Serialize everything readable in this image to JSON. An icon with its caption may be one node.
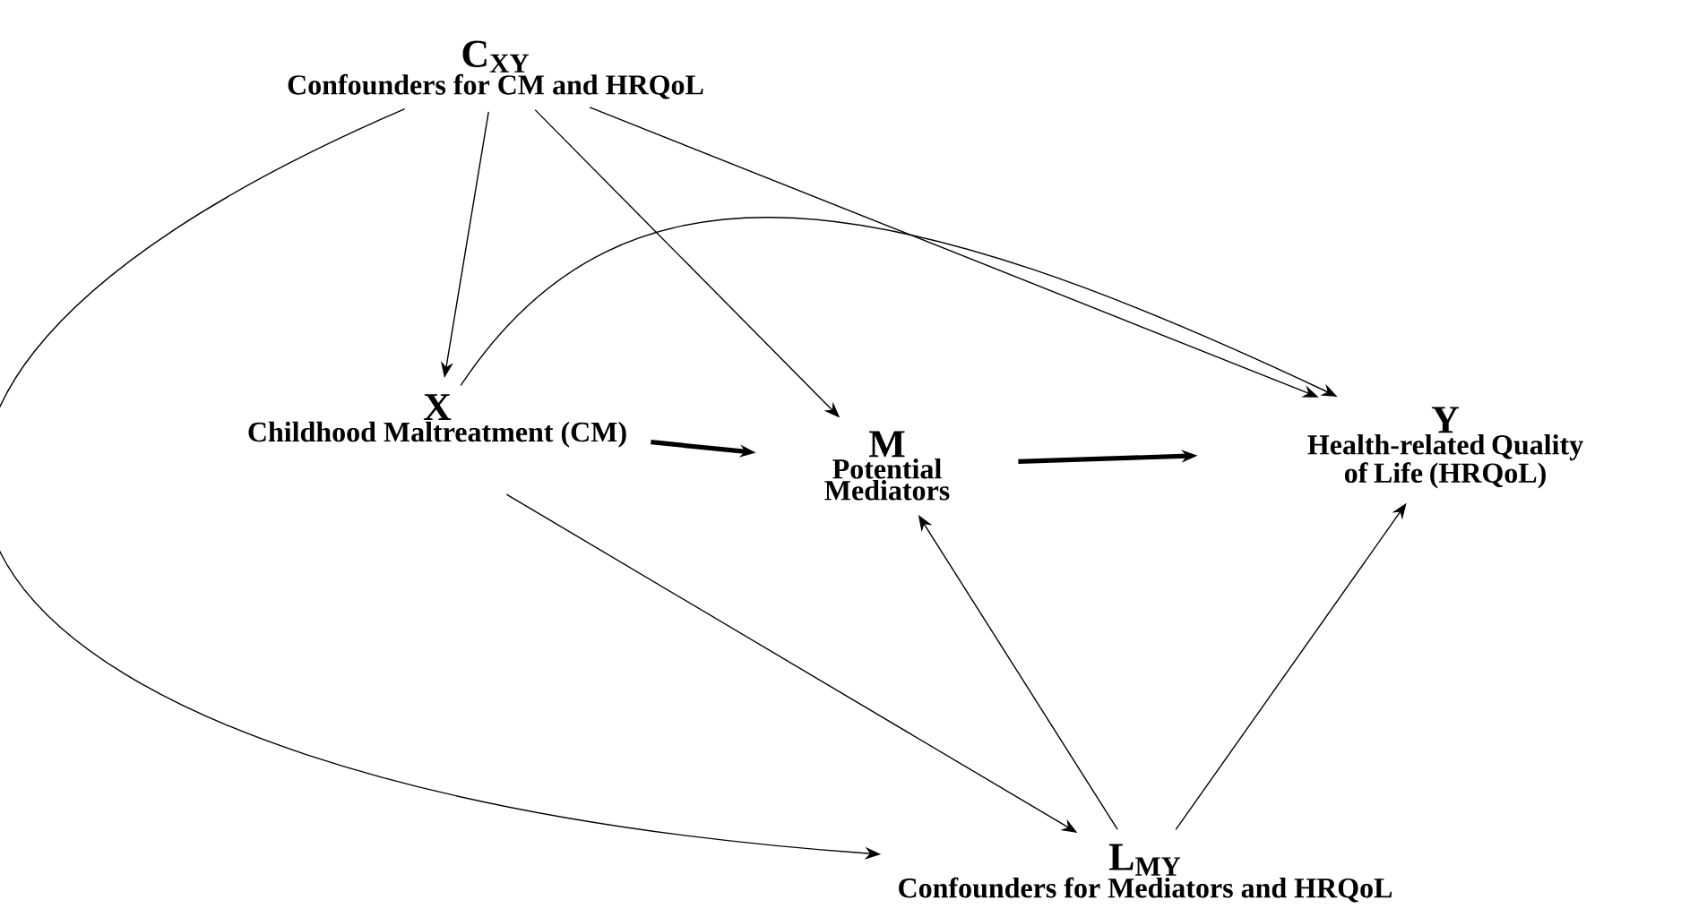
{
  "diagram": {
    "nodes": [
      {
        "text": [
          "C$_{XY}$",
          "Confounders for CM and HRQoL"
        ]
      },
      {
        "text": [
          "X",
          "Childhood Maltreatment (CM)"
        ]
      },
      {
        "text": [
          "M",
          "Potential Mediators"
        ]
      },
      {
        "text": [
          "Y",
          "Health-related Quality of Life (HRQoL)"
        ]
      },
      {
        "text": [
          "L$_{MY}$",
          "Confounders for Mediators and HRQoL"
        ]
      }
    ],
    "edges": [
      {
        "from": 0,
        "to": 1,
        "arrow": "to"
      },
      {
        "from": 0,
        "to": 2,
        "arrow": "to"
      },
      {
        "from": 0,
        "to": 3,
        "arrow": "to"
      },
      {
        "from": 0,
        "to": 4,
        "arrow": "to"
      },
      {
        "from": 1,
        "to": 2,
        "arrow": "to",
        "style": "thick"
      },
      {
        "from": 2,
        "to": 3,
        "arrow": "to",
        "style": "thick"
      },
      {
        "from": 1,
        "to": 3,
        "arrow": "to"
      },
      {
        "from": 1,
        "to": 4,
        "arrow": "to"
      },
      {
        "from": 4,
        "to": 2,
        "arrow": "to"
      },
      {
        "from": 4,
        "to": 3,
        "arrow": "to"
      }
    ]
  }
}
